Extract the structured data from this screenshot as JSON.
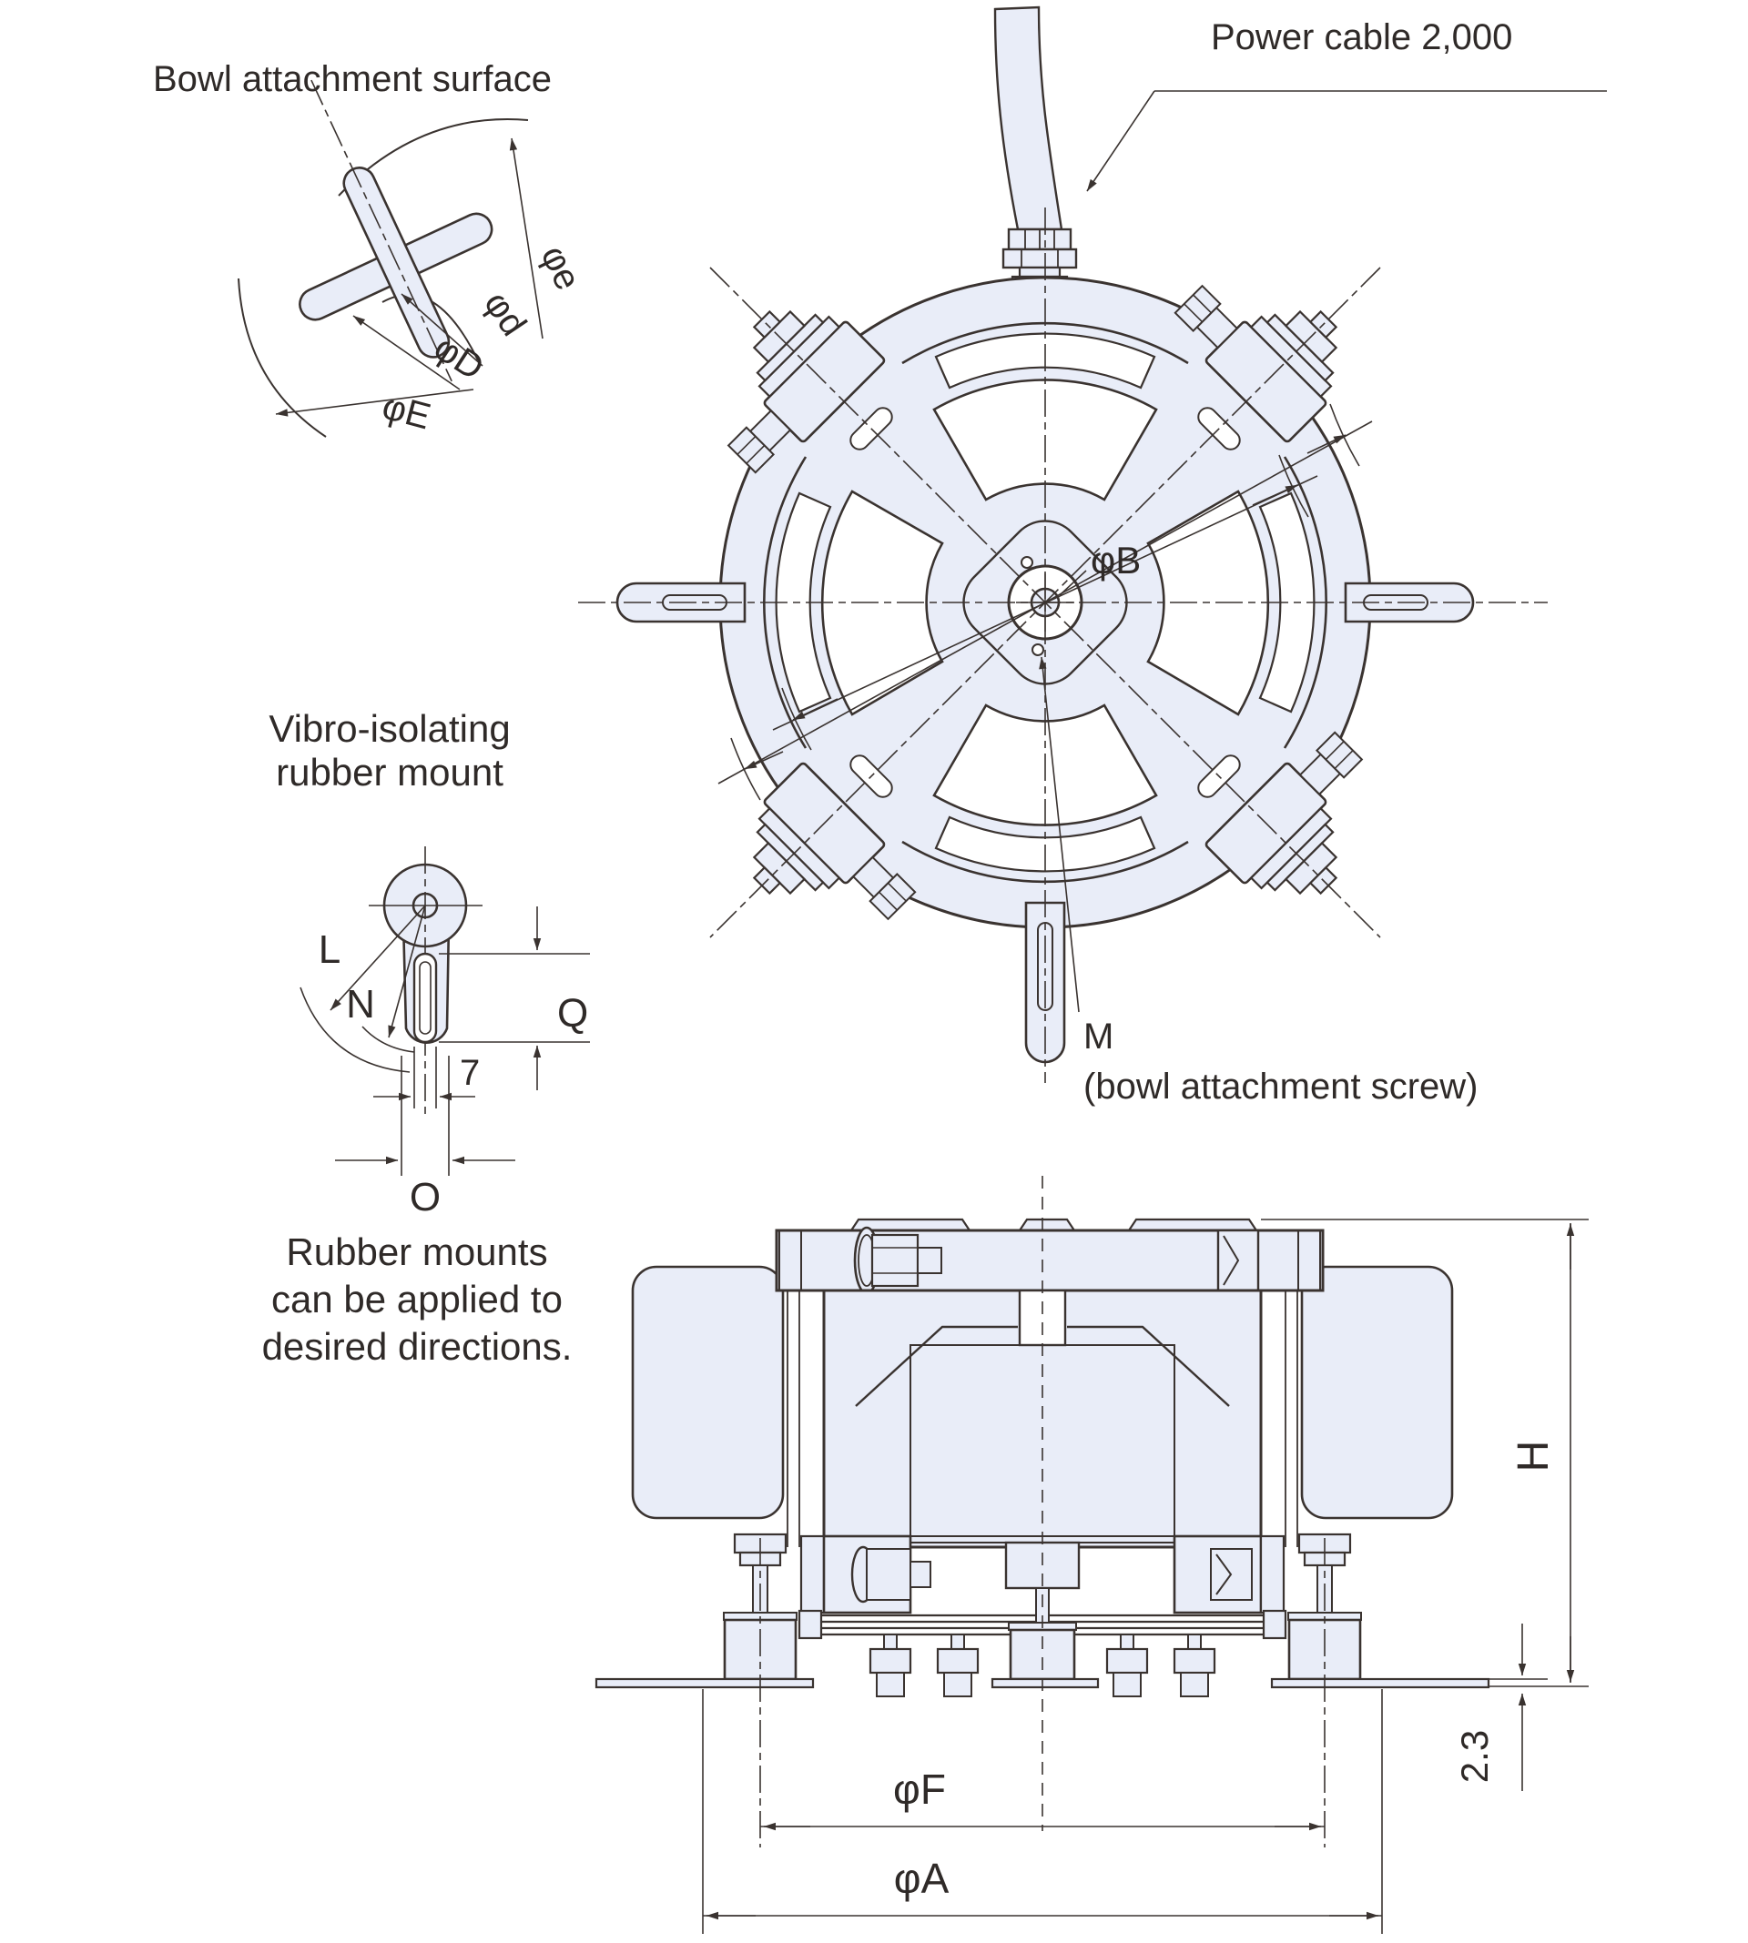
{
  "drawing": {
    "detail_top_left": {
      "title": "Bowl attachment surface",
      "dims": {
        "phi_e": "φe",
        "phi_d": "φd",
        "phi_D": "φD",
        "phi_E": "φE"
      }
    },
    "top_view": {
      "power_cable_label": "Power cable 2,000",
      "phi_b": "φB",
      "m_label": "M",
      "m_sublabel": "(bowl attachment screw)"
    },
    "rubber_mount_detail": {
      "title_line1": "Vibro-isolating",
      "title_line2": "rubber mount",
      "dims": {
        "L": "L",
        "N": "N",
        "Q": "Q",
        "seven": "7",
        "O": "O"
      }
    },
    "note": {
      "line1": "Rubber mounts",
      "line2": "can be applied to",
      "line3": "desired directions."
    },
    "side_view": {
      "dims": {
        "H": "H",
        "plate_thickness": "2.3",
        "phi_F": "φF",
        "phi_A": "φA"
      }
    },
    "colors": {
      "line": "#3a3330",
      "part_fill": "#e9edf8",
      "background": "#ffffff"
    }
  }
}
